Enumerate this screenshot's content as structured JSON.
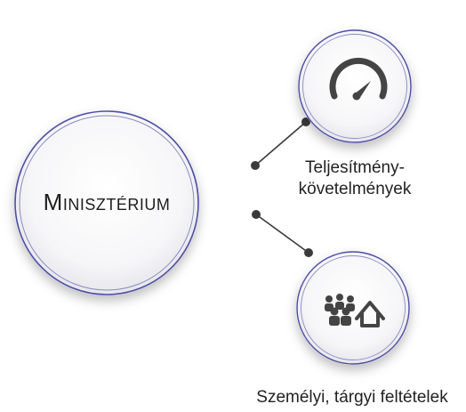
{
  "center": {
    "label": "Minisztérium"
  },
  "nodes": [
    {
      "id": "performance",
      "label_line1": "Teljesítmény-",
      "label_line2": "követelmények",
      "icon": "speedometer-icon"
    },
    {
      "id": "conditions",
      "label": "Személyi, tárgyi feltételek",
      "icon": "people-house-icon"
    }
  ],
  "colors": {
    "ring": "#4d4fa3",
    "connector": "#3a3a3a",
    "icon": "#444444"
  }
}
